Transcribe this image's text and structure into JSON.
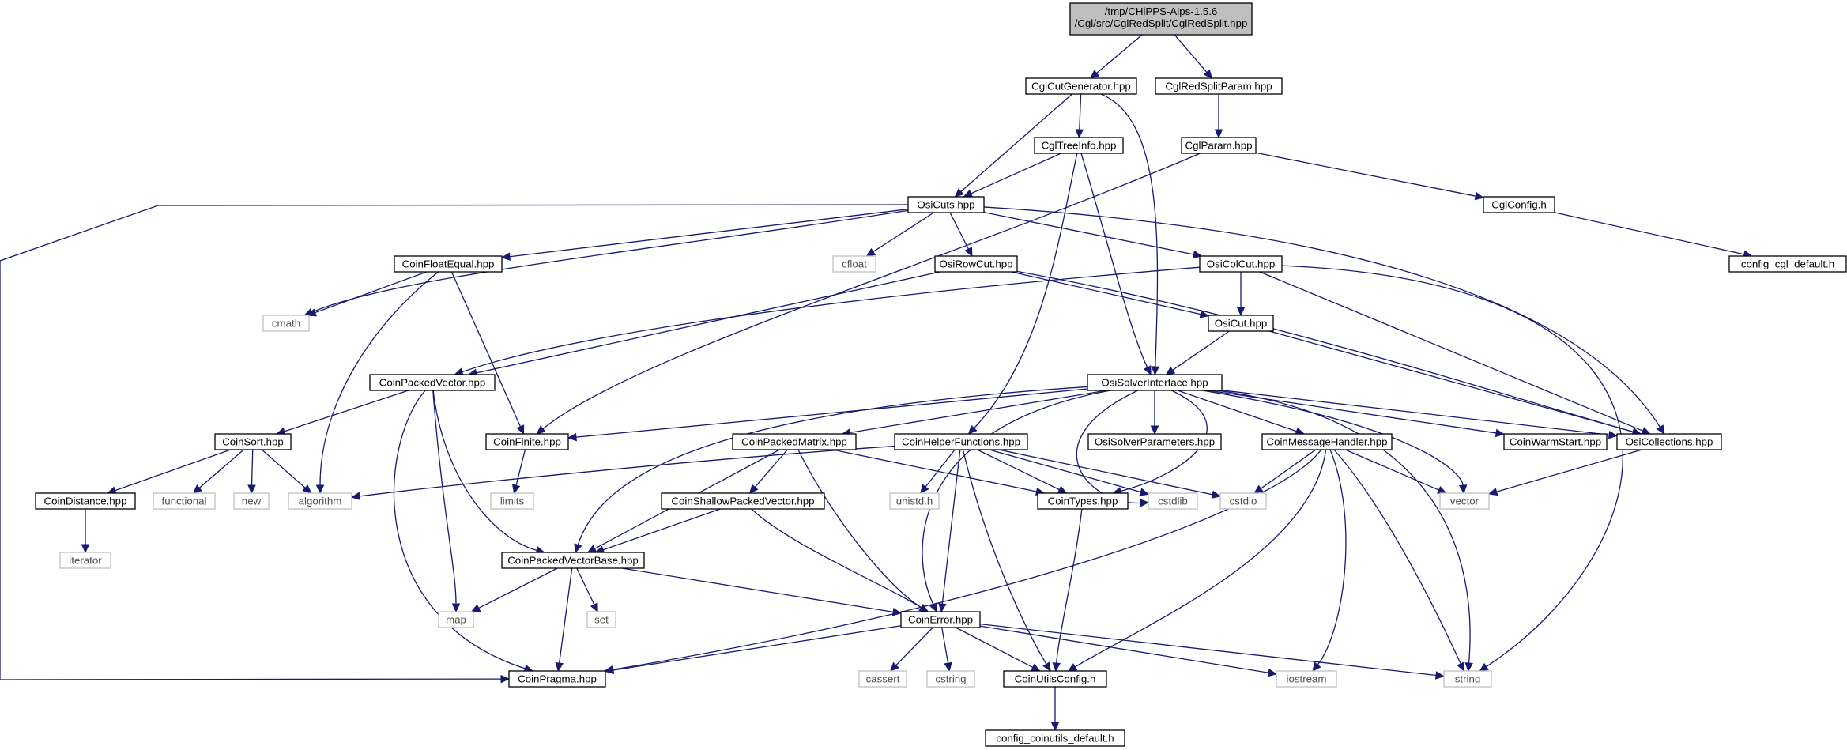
{
  "graph": {
    "root_line1": "/tmp/CHiPPS-Alps-1.5.6",
    "root_line2": "/Cgl/src/CglRedSplit/CglRedSplit.hpp",
    "nodes": {
      "CglCutGenerator": "CglCutGenerator.hpp",
      "CglRedSplitParam": "CglRedSplitParam.hpp",
      "CglTreeInfo": "CglTreeInfo.hpp",
      "CglParam": "CglParam.hpp",
      "OsiCuts": "OsiCuts.hpp",
      "CglConfig": "CglConfig.h",
      "CoinFloatEqual": "CoinFloatEqual.hpp",
      "cfloat": "cfloat",
      "OsiRowCut": "OsiRowCut.hpp",
      "OsiColCut": "OsiColCut.hpp",
      "config_cgl_default": "config_cgl_default.h",
      "cmath": "cmath",
      "OsiCut": "OsiCut.hpp",
      "CoinPackedVector": "CoinPackedVector.hpp",
      "OsiSolverInterface": "OsiSolverInterface.hpp",
      "CoinSort": "CoinSort.hpp",
      "CoinFinite": "CoinFinite.hpp",
      "CoinPackedMatrix": "CoinPackedMatrix.hpp",
      "CoinHelperFunctions": "CoinHelperFunctions.hpp",
      "OsiSolverParameters": "OsiSolverParameters.hpp",
      "CoinMessageHandler": "CoinMessageHandler.hpp",
      "CoinWarmStart": "CoinWarmStart.hpp",
      "OsiCollections": "OsiCollections.hpp",
      "CoinDistance": "CoinDistance.hpp",
      "functional": "functional",
      "new": "new",
      "algorithm": "algorithm",
      "limits": "limits",
      "CoinShallowPackedVector": "CoinShallowPackedVector.hpp",
      "unistd": "unistd.h",
      "CoinTypes": "CoinTypes.hpp",
      "cstdlib": "cstdlib",
      "cstdio": "cstdio",
      "vector": "vector",
      "iterator": "iterator",
      "CoinPackedVectorBase": "CoinPackedVectorBase.hpp",
      "map": "map",
      "set": "set",
      "CoinError": "CoinError.hpp",
      "CoinPragma": "CoinPragma.hpp",
      "cassert": "cassert",
      "cstring": "cstring",
      "CoinUtilsConfig": "CoinUtilsConfig.h",
      "iostream": "iostream",
      "string": "string",
      "config_coinutils_default": "config_coinutils_default.h"
    }
  },
  "colors": {
    "edge": "#191970",
    "root_fill": "#bfbfbf",
    "node_border": "#000000",
    "external_border": "#bfbfbf",
    "external_text": "#4d4d4d"
  }
}
